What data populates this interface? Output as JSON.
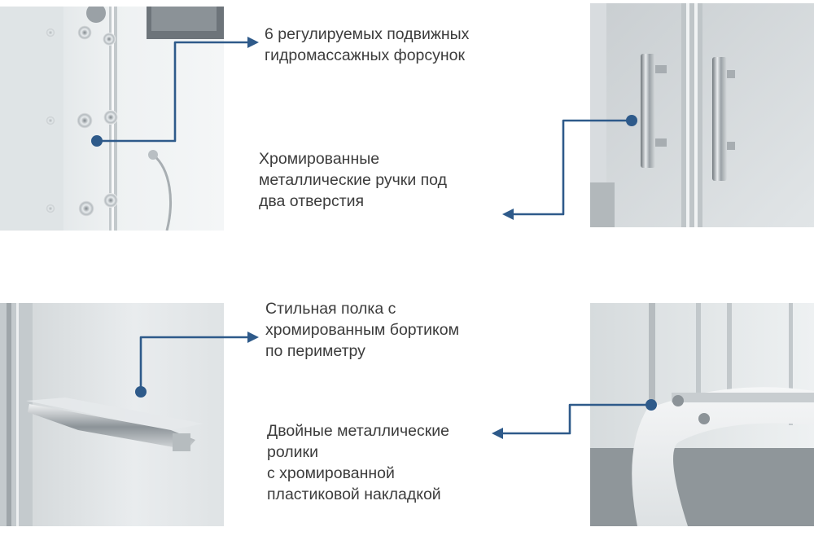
{
  "accent_color": "#2e5a8a",
  "features": [
    {
      "photo": "massage-jets-photo",
      "lines": [
        "6 регулируемых подвижных",
        "гидромассажных форсунок"
      ]
    },
    {
      "photo": "chrome-handles-photo",
      "lines": [
        "Хромированные",
        "металлические ручки под",
        "два отверстия"
      ]
    },
    {
      "photo": "glass-shelf-photo",
      "lines": [
        "Стильная полка с",
        "хромированным бортиком",
        "по периметру"
      ]
    },
    {
      "photo": "door-rollers-photo",
      "lines": [
        "Двойные металлические",
        "ролики",
        "с хромированной",
        "пластиковой накладкой"
      ]
    }
  ]
}
